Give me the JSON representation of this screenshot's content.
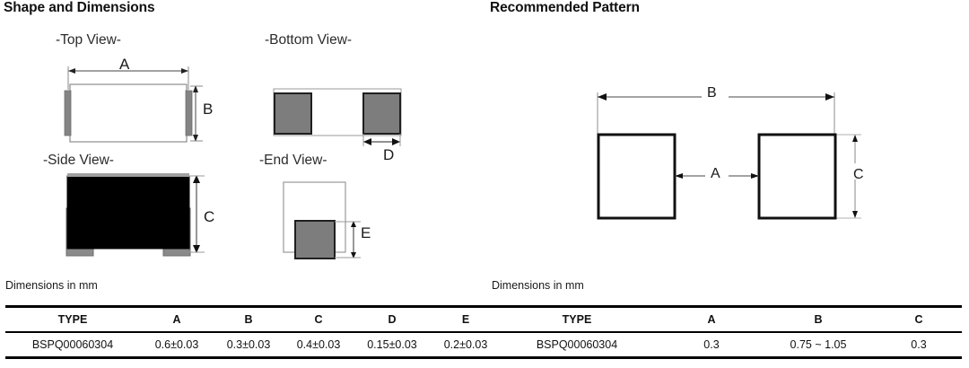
{
  "left": {
    "heading": "Shape and Dimensions",
    "views": {
      "top": "-Top View-",
      "bottom": "-Bottom View-",
      "side": "-Side View-",
      "end": "-End View-"
    },
    "dimension_letters": {
      "a": "A",
      "b": "B",
      "c": "C",
      "d": "D",
      "e": "E"
    },
    "units_note": "Dimensions in mm",
    "table": {
      "headers": [
        "TYPE",
        "A",
        "B",
        "C",
        "D",
        "E"
      ],
      "rows": [
        [
          "BSPQ00060304",
          "0.6±0.03",
          "0.3±0.03",
          "0.4±0.03",
          "0.15±0.03",
          "0.2±0.03"
        ]
      ]
    }
  },
  "right": {
    "heading": "Recommended Pattern",
    "dimension_letters": {
      "a": "A",
      "b": "B",
      "c": "C"
    },
    "units_note": "Dimensions in mm",
    "table": {
      "headers": [
        "TYPE",
        "A",
        "B",
        "C"
      ],
      "rows": [
        [
          "BSPQ00060304",
          "0.3",
          "0.75 ~ 1.05",
          "0.3"
        ]
      ]
    }
  },
  "colors": {
    "background": "#ffffff",
    "ink": "#1a1a1a",
    "body_black": "#000000",
    "terminal_gray": "#808080",
    "pad_gray": "#7d7d7d",
    "outline_gray": "#999999",
    "dim_line": "#555555"
  }
}
